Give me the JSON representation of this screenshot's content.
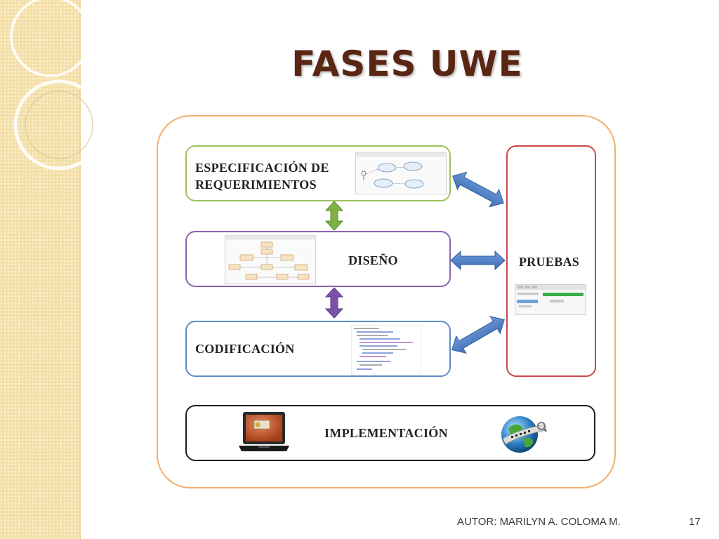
{
  "slide": {
    "title": "FASES UWE",
    "footer_author": "AUTOR: MARILYN A. COLOMA M.",
    "page_number": "17"
  },
  "diagram": {
    "phases": {
      "requerimientos": "ESPECIFICACIÓN DE\nREQUERIMIENTOS",
      "diseno": "DISEÑO",
      "codificacion": "CODIFICACIÓN",
      "pruebas": "PRUEBAS",
      "implementacion": "IMPLEMENTACIÓN"
    },
    "colors": {
      "frame": "#f2b06b",
      "requerimientos": "#9dc35c",
      "diseno": "#8a63b0",
      "codificacion": "#5b8dc9",
      "pruebas": "#c9484b",
      "implementacion": "#1f1f1f",
      "arrow_blue": "#4d7fc4",
      "arrow_green": "#7fb241",
      "arrow_purple": "#7a53a8",
      "title": "#5a2614"
    },
    "icons": {
      "use_case": "use-case-diagram-thumbnail",
      "class": "class-diagram-thumbnail",
      "code": "code-listing-thumbnail",
      "tests": "test-runner-thumbnail",
      "laptop": "laptop-icon",
      "globe": "www-globe-icon"
    }
  }
}
